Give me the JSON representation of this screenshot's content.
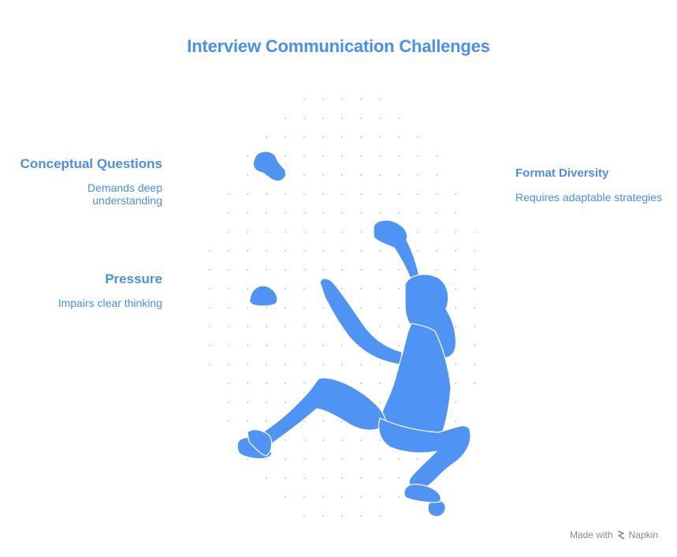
{
  "title": "Interview Communication Challenges",
  "items": [
    {
      "id": "conceptual",
      "heading": "Conceptual Questions",
      "description": "Demands deep understanding"
    },
    {
      "id": "pressure",
      "heading": "Pressure",
      "description": "Impairs clear thinking"
    },
    {
      "id": "format",
      "heading": "Format Diversity",
      "description": "Requires adaptable strategies"
    }
  ],
  "footer": {
    "made_with": "Made with",
    "brand": "Napkin"
  },
  "colors": {
    "accent": "#4a8fed",
    "figure": "#4f93f5",
    "dots": "#d9d9d9"
  },
  "illustration": "rock-climber-icon"
}
